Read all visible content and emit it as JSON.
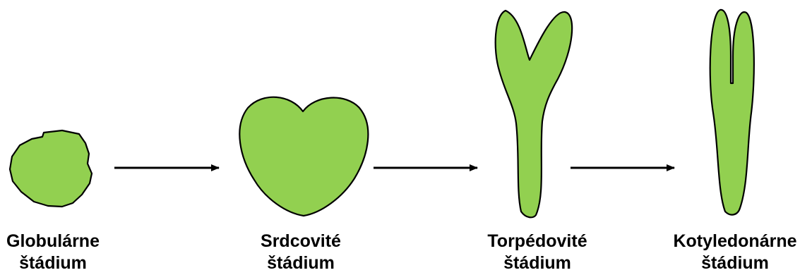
{
  "colors": {
    "fill": "#92d050",
    "stroke": "#000000",
    "arrow": "#000000",
    "text": "#000000"
  },
  "stages": [
    {
      "line1": "Globulárne",
      "line2": "štádium"
    },
    {
      "line1": "Srdcovité",
      "line2": "štádium"
    },
    {
      "line1": "Torpédovité",
      "line2": "štádium"
    },
    {
      "line1": "Kotyledonárne",
      "line2": "štádium"
    }
  ]
}
